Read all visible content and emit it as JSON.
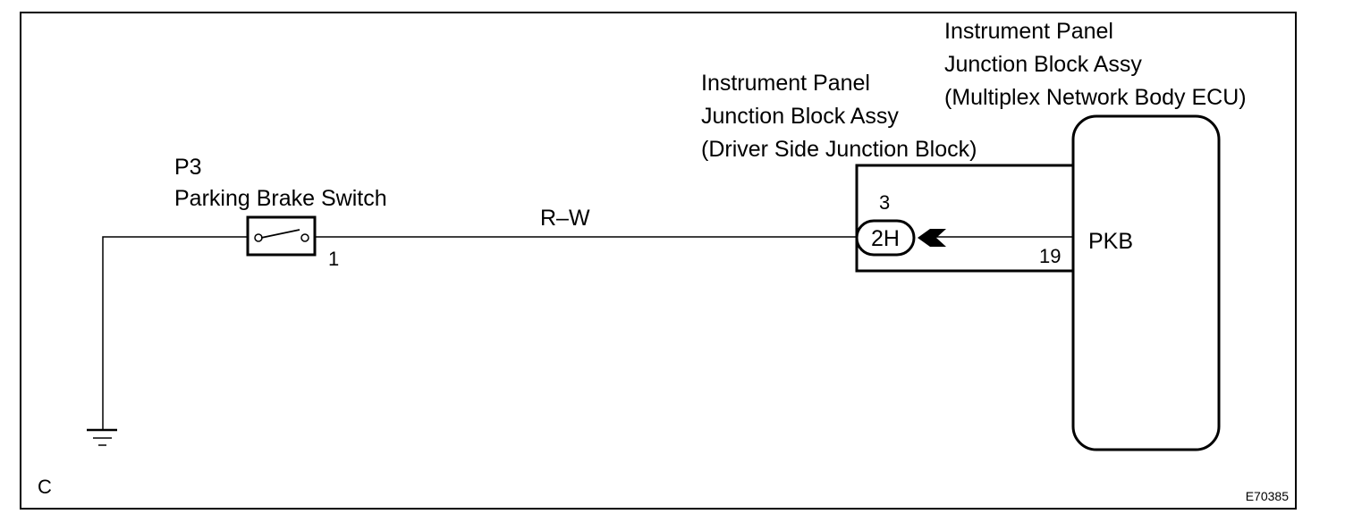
{
  "figure_code": "E70385",
  "corner_label": "C",
  "switch": {
    "connector": "P3",
    "name": "Parking Brake Switch",
    "pin": "1"
  },
  "wire": {
    "color_code": "R–W"
  },
  "junction_block": {
    "lines": [
      "Instrument Panel",
      "Junction Block Assy",
      "(Driver Side Junction Block)"
    ],
    "pin": "3",
    "connector": "2H"
  },
  "ecu": {
    "lines": [
      "Instrument Panel",
      "Junction Block Assy",
      "(Multiplex Network Body ECU)"
    ],
    "pin": "19",
    "terminal": "PKB"
  }
}
